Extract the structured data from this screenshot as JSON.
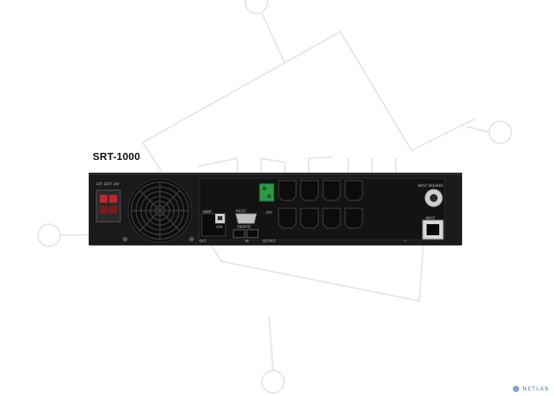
{
  "product": {
    "model_label": "SRT-1000"
  },
  "rear_panel": {
    "ext_batt_label": "EXT. BATT 24V",
    "snmp_label": "SNMP",
    "usb_label": "USB",
    "rs232_label": "RS232",
    "remote_label": "REMOTE",
    "epo_label": "EPO",
    "out_label": "OUT",
    "in_label": "IN",
    "output_label": "OUTPUT",
    "input_label": "INPUT",
    "breaker_label": "INPUT BREAKER"
  },
  "watermark": {
    "logo_text": "NETLAB"
  },
  "colors": {
    "chassis": "#1a1a1a",
    "connector_green": "#2e9a47",
    "socket": "#0c0c0c",
    "terminal_red": "#c0262d"
  }
}
